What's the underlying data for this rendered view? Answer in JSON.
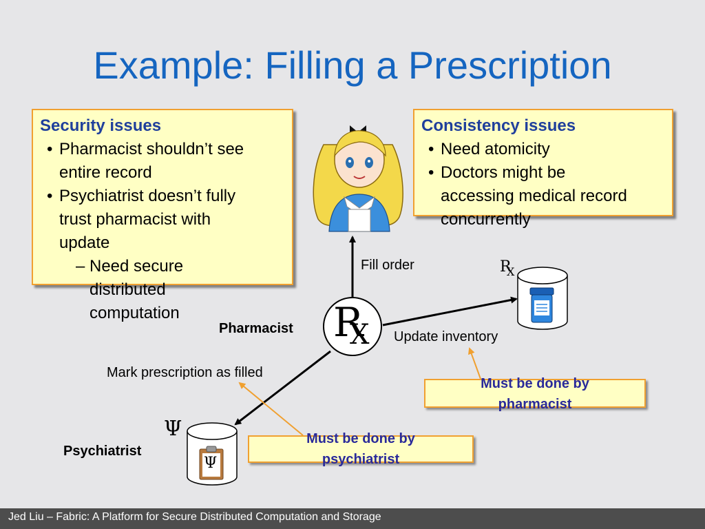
{
  "slide": {
    "title": "Example: Filling a Prescription",
    "footer": "Jed Liu – Fabric: A Platform for Secure Distributed Computation and Storage"
  },
  "security_box": {
    "heading": "Security issues",
    "bullet1_line1": "Pharmacist shouldn’t see",
    "bullet1_line2": "entire record",
    "bullet2_line1": "Psychiatrist doesn’t fully",
    "bullet2_line2": "trust pharmacist with",
    "bullet2_line3": "update",
    "sub_line1": "Need secure",
    "sub_line2": "distributed",
    "sub_line3": "computation"
  },
  "consistency_box": {
    "heading": "Consistency issues",
    "bullet1": "Need atomicity",
    "bullet2_line1": "Doctors might be",
    "bullet2_line2": "accessing medical record",
    "bullet2_line3": "concurrently"
  },
  "diagram": {
    "pharmacist_label": "Pharmacist",
    "psychiatrist_label": "Psychiatrist",
    "fill_order": "Fill order",
    "update_inventory": "Update inventory",
    "mark_filled": "Mark prescription as filled",
    "note_pharmacist_line1": "Must be done by",
    "note_pharmacist_line2": "pharmacist",
    "note_psychiatrist_line1": "Must be done by",
    "note_psychiatrist_line2": "psychiatrist",
    "rx_main": "R",
    "rx_sub": "X",
    "psi_glyph": "Ψ"
  },
  "colors": {
    "title": "#1565c0",
    "box_fill": "#ffffc4",
    "box_border": "#f0a030",
    "heading": "#1f3f9c",
    "note_text": "#2a2a9a",
    "annotation_arrow": "#f0a030"
  },
  "icons": {
    "pharmacist": "cartoon-girl-icon",
    "inventory_db": "pill-bottle-database-icon",
    "record_db": "clipboard-database-icon"
  }
}
